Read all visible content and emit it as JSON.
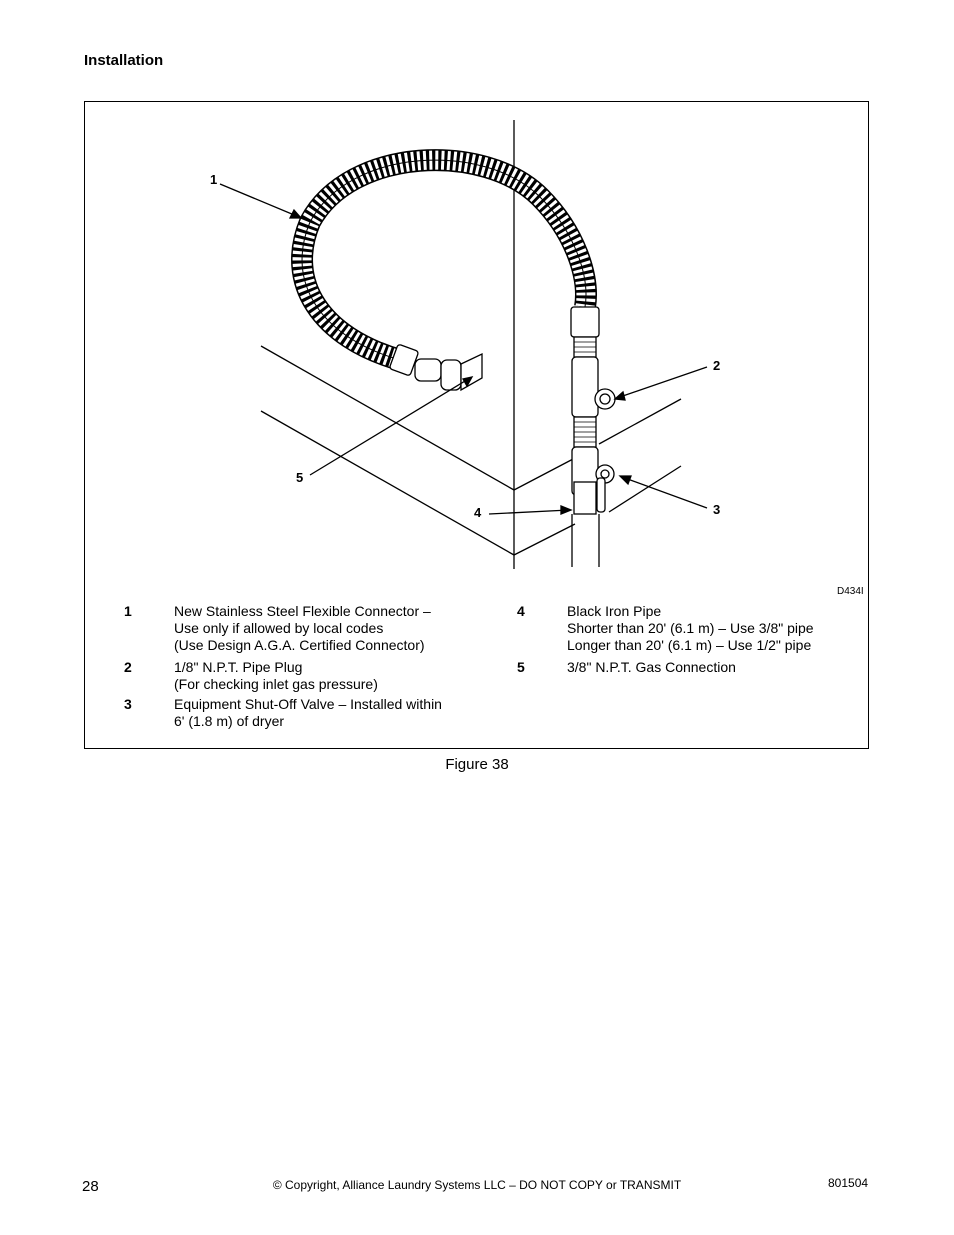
{
  "header": {
    "section": "Installation"
  },
  "figure": {
    "drawing_code": "D434I",
    "callouts": [
      "1",
      "2",
      "3",
      "4",
      "5"
    ],
    "caption": "Figure 38"
  },
  "legend": {
    "items": [
      {
        "num": "1",
        "lines": [
          "New Stainless Steel Flexible Connector –",
          "Use only if allowed by local codes",
          "(Use Design A.G.A. Certified Connector)"
        ]
      },
      {
        "num": "2",
        "lines": [
          "1/8\" N.P.T. Pipe Plug",
          "(For checking inlet gas pressure)"
        ]
      },
      {
        "num": "3",
        "lines": [
          "Equipment Shut-Off Valve – Installed within",
          "6' (1.8 m) of dryer"
        ]
      },
      {
        "num": "4",
        "lines": [
          "Black Iron Pipe",
          "Shorter than 20' (6.1 m) – Use 3/8\" pipe",
          "Longer than 20' (6.1 m) – Use 1/2\" pipe"
        ]
      },
      {
        "num": "5",
        "lines": [
          "3/8\" N.P.T. Gas Connection"
        ]
      }
    ]
  },
  "footer": {
    "page_number": "28",
    "copyright": "© Copyright, Alliance Laundry Systems LLC – DO NOT COPY or TRANSMIT",
    "doc_number": "801504"
  }
}
